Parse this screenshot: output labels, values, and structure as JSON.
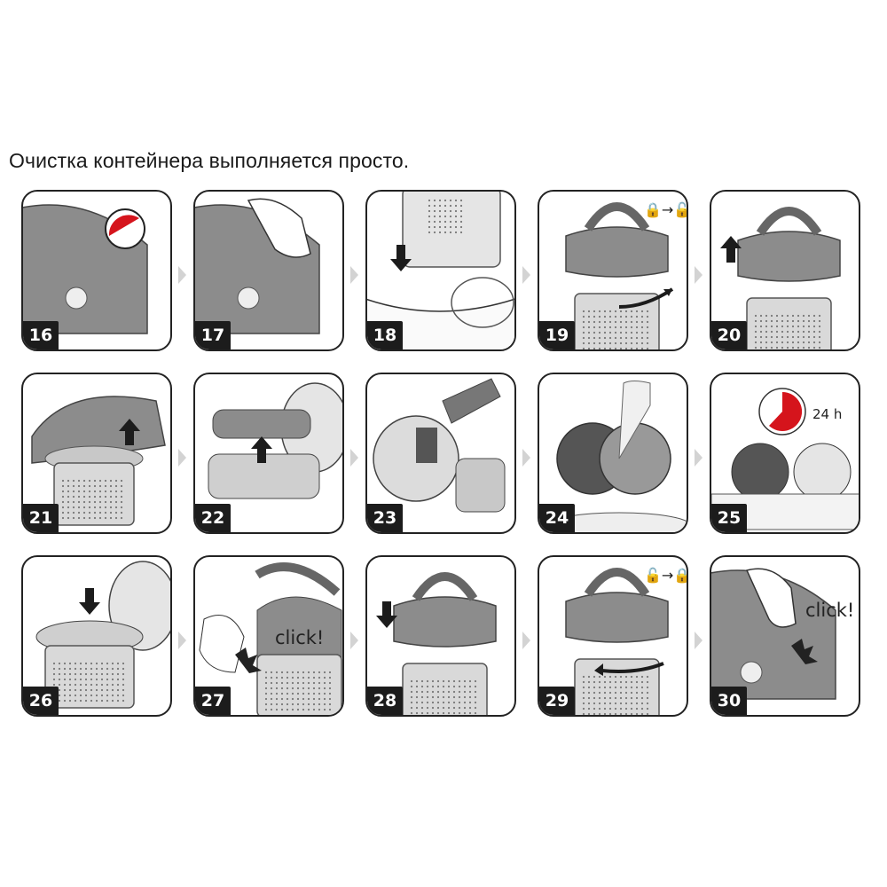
{
  "heading": "Очистка контейнера выполняется просто.",
  "steps": [
    {
      "number": "16",
      "icon": "vacuum-release-button-icon"
    },
    {
      "number": "17",
      "icon": "vacuum-lift-container-icon"
    },
    {
      "number": "18",
      "icon": "empty-dust-container-icon"
    },
    {
      "number": "19",
      "icon": "twist-unlock-lid-icon"
    },
    {
      "number": "20",
      "icon": "lift-lid-icon"
    },
    {
      "number": "21",
      "icon": "open-filter-cover-icon"
    },
    {
      "number": "22",
      "icon": "remove-filter-icon"
    },
    {
      "number": "23",
      "icon": "brush-clean-icon"
    },
    {
      "number": "24",
      "icon": "rinse-filter-icon"
    },
    {
      "number": "25",
      "icon": "dry-24h-icon"
    },
    {
      "number": "26",
      "icon": "insert-filter-icon"
    },
    {
      "number": "27",
      "icon": "close-cover-click-icon"
    },
    {
      "number": "28",
      "icon": "lower-lid-icon"
    },
    {
      "number": "29",
      "icon": "twist-lock-lid-icon"
    },
    {
      "number": "30",
      "icon": "insert-container-click-icon"
    }
  ],
  "labels": {
    "click_27": "click!",
    "click_30": "click!",
    "dry_time": "24 h"
  },
  "colors": {
    "accent_red": "#d5141c",
    "device_gray": "#8c8c8c",
    "arrow_dark": "#1c1c1c"
  }
}
